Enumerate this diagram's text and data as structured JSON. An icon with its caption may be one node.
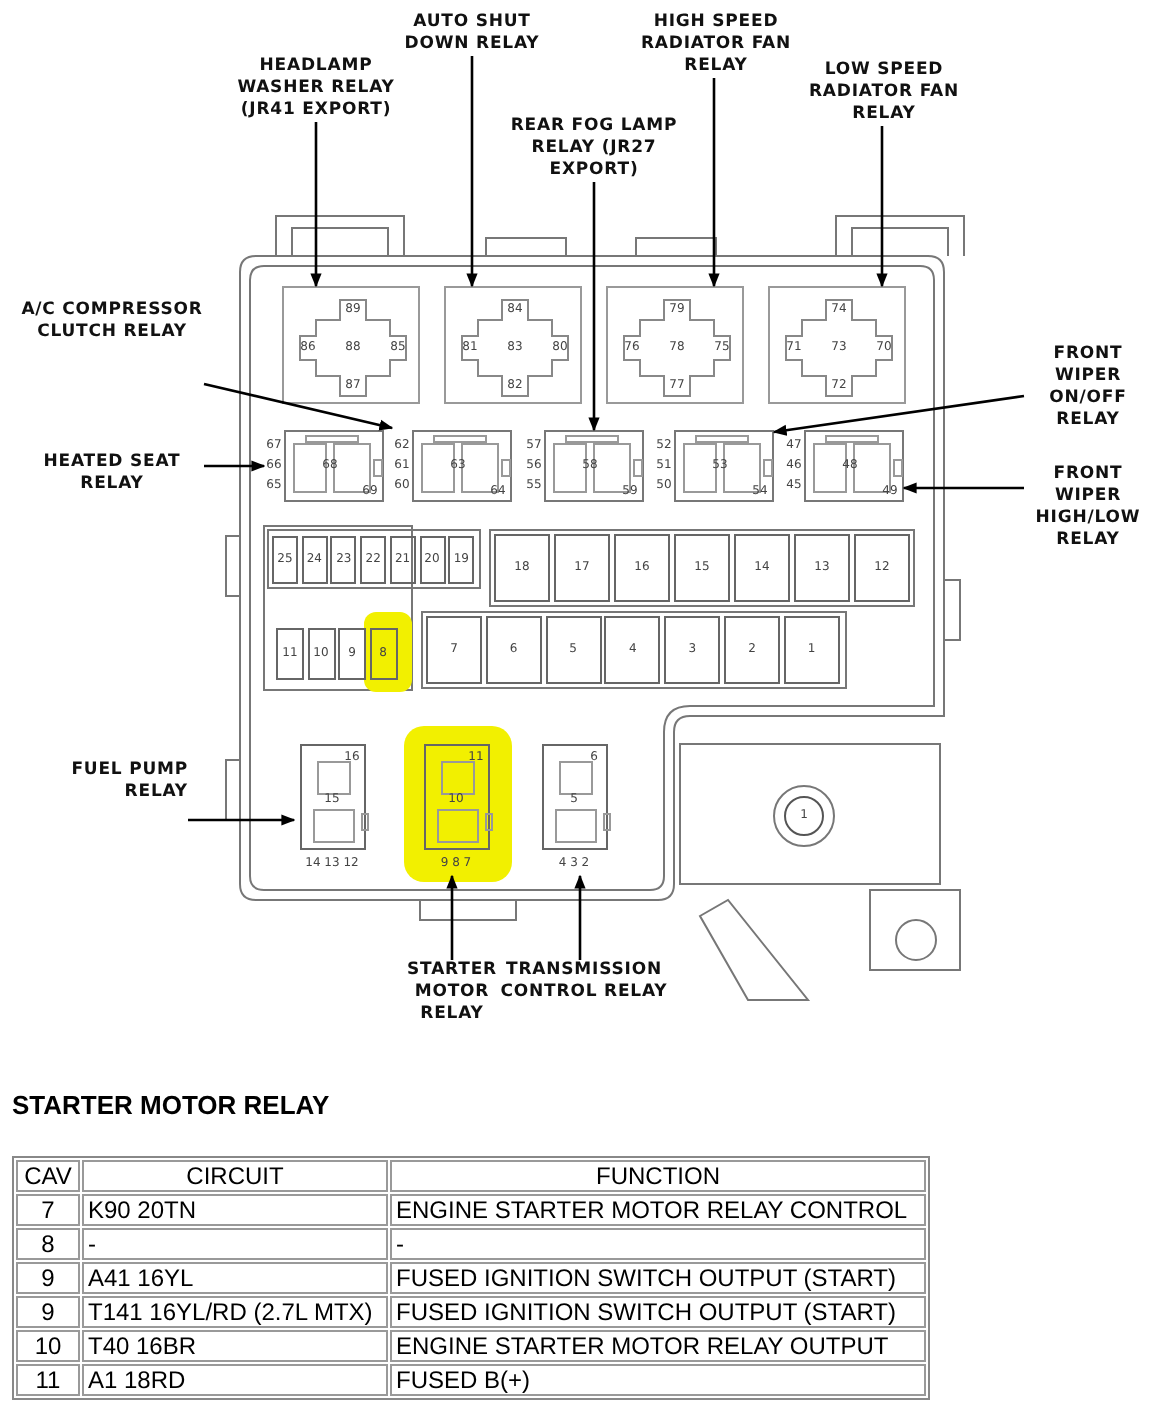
{
  "diagram": {
    "nodes": [
      {
        "text": [
          "HEADLAMP WASHER RELAY (JR41 EXPORT)"
        ]
      },
      {
        "text": [
          "AUTO SHUT DOWN RELAY"
        ]
      },
      {
        "text": [
          "HIGH SPEED RADIATOR FAN RELAY"
        ]
      },
      {
        "text": [
          "LOW SPEED RADIATOR FAN RELAY"
        ]
      },
      {
        "text": [
          "REAR FOG LAMP RELAY (JR27 EXPORT)"
        ]
      },
      {
        "text": [
          "A/C COMPRESSOR CLUTCH RELAY"
        ]
      },
      {
        "text": [
          "HEATED SEAT RELAY"
        ]
      },
      {
        "text": [
          "FRONT WIPER ON/OFF RELAY"
        ]
      },
      {
        "text": [
          "FRONT WIPER HIGH/LOW RELAY"
        ]
      },
      {
        "text": [
          "89",
          "86",
          "88",
          "85",
          "87"
        ]
      },
      {
        "text": [
          "84",
          "81",
          "83",
          "80",
          "82"
        ]
      },
      {
        "text": [
          "79",
          "76",
          "78",
          "75",
          "77"
        ]
      },
      {
        "text": [
          "74",
          "71",
          "73",
          "70",
          "72"
        ]
      },
      {
        "text": [
          "67",
          "66",
          "65",
          "68",
          "69"
        ]
      },
      {
        "text": [
          "62",
          "61",
          "60",
          "63",
          "64"
        ]
      },
      {
        "text": [
          "57",
          "56",
          "55",
          "58",
          "59"
        ]
      },
      {
        "text": [
          "52",
          "51",
          "50",
          "53",
          "54"
        ]
      },
      {
        "text": [
          "47",
          "46",
          "45",
          "48",
          "49"
        ]
      },
      {
        "text": [
          "25"
        ]
      },
      {
        "text": [
          "24"
        ]
      },
      {
        "text": [
          "23"
        ]
      },
      {
        "text": [
          "22"
        ]
      },
      {
        "text": [
          "21"
        ]
      },
      {
        "text": [
          "20"
        ]
      },
      {
        "text": [
          "19"
        ]
      },
      {
        "text": [
          "18"
        ]
      },
      {
        "text": [
          "17"
        ]
      },
      {
        "text": [
          "16"
        ]
      },
      {
        "text": [
          "15"
        ]
      },
      {
        "text": [
          "14"
        ]
      },
      {
        "text": [
          "13"
        ]
      },
      {
        "text": [
          "12"
        ]
      },
      {
        "text": [
          "11"
        ]
      },
      {
        "text": [
          "10"
        ]
      },
      {
        "text": [
          "9"
        ]
      },
      {
        "text": [
          "8"
        ]
      },
      {
        "text": [
          "7"
        ]
      },
      {
        "text": [
          "6"
        ]
      },
      {
        "text": [
          "5"
        ]
      },
      {
        "text": [
          "4"
        ]
      },
      {
        "text": [
          "3"
        ]
      },
      {
        "text": [
          "2"
        ]
      },
      {
        "text": [
          "1"
        ]
      },
      {
        "text": [
          "16",
          "15"
        ],
        "beside": [
          "14 13 12"
        ]
      },
      {
        "text": [
          "11",
          "10"
        ],
        "beside": [
          "9 8 7"
        ]
      },
      {
        "text": [
          "6",
          "5"
        ],
        "beside": [
          "4 3 2"
        ]
      },
      {
        "text": [
          "1"
        ]
      },
      {
        "text": [
          "FUEL PUMP RELAY"
        ]
      },
      {
        "text": [
          "STARTER MOTOR RELAY"
        ]
      },
      {
        "text": [
          "TRANSMISSION CONTROL RELAY"
        ]
      }
    ],
    "edges": [
      {
        "from": 0,
        "to": 9,
        "arrow": "to"
      },
      {
        "from": 1,
        "to": 10,
        "arrow": "to"
      },
      {
        "from": 2,
        "to": 11,
        "arrow": "to"
      },
      {
        "from": 3,
        "to": 12,
        "arrow": "to"
      },
      {
        "from": 4,
        "to": 15,
        "arrow": "to"
      },
      {
        "from": 5,
        "to": 14,
        "arrow": "to"
      },
      {
        "from": 6,
        "to": 13,
        "arrow": "to"
      },
      {
        "from": 7,
        "to": 16,
        "arrow": "to"
      },
      {
        "from": 8,
        "to": 17,
        "arrow": "to"
      },
      {
        "from": 47,
        "to": 43,
        "arrow": "to"
      },
      {
        "from": 48,
        "to": 44,
        "arrow": "to"
      },
      {
        "from": 49,
        "to": 45,
        "arrow": "to"
      }
    ],
    "labels": [
      "STARTER MOTOR RELAY",
      "CAV",
      "CIRCUIT",
      "FUNCTION",
      "7",
      "K90 20TN",
      "ENGINE STARTER MOTOR RELAY CONTROL",
      "8",
      "-",
      "-",
      "9",
      "A41 16YL",
      "FUSED IGNITION SWITCH OUTPUT (START)",
      "9",
      "T141 16YL/RD (2.7L MTX)",
      "FUSED IGNITION SWITCH OUTPUT (START)",
      "10",
      "T40 16BR",
      "ENGINE STARTER MOTOR RELAY OUTPUT",
      "11",
      "A1 18RD",
      "FUSED B(+)"
    ]
  }
}
